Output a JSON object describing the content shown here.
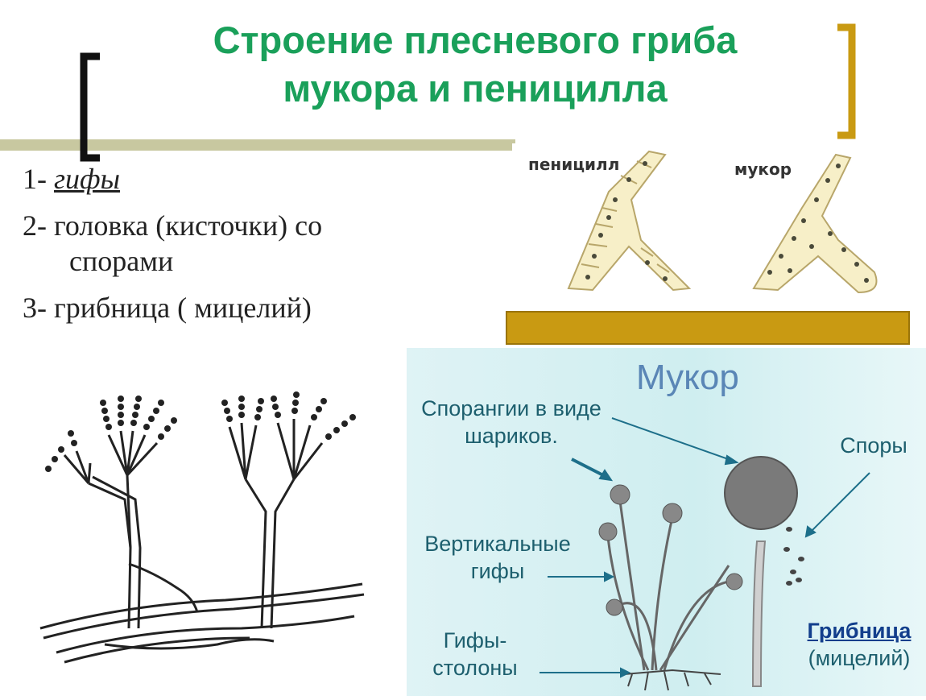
{
  "slide": {
    "title_line1": "Строение плесневого гриба",
    "title_line2": "мукора и пеницилла",
    "colors": {
      "title": "#1aa05a",
      "bracket_dark": "#111111",
      "bracket_gold": "#c99a12",
      "rule": "#c8c8a0",
      "bar": "#c99a12",
      "mucor_text": "#1d5f6e",
      "mucor_title": "#5a86b6"
    }
  },
  "list": {
    "item1_num": "1- ",
    "item1_text": "гифы",
    "item2_line1": "2- головка (кисточки) со",
    "item2_line2": "спорами",
    "item3": "3- грибница ( мицелий)"
  },
  "hyphae": {
    "label_penicillium": "пеницилл",
    "label_mucor": "мукор"
  },
  "mucor_diagram": {
    "title": "Мукор",
    "sporangia_line1": "Спорангии в виде",
    "sporangia_line2": "шариков.",
    "spores": "Споры",
    "vertical_line1": "Вертикальные",
    "vertical_line2": "гифы",
    "stolon_line1": "Гифы-",
    "stolon_line2": "столоны",
    "mycelium_line1": "Грибница",
    "mycelium_line2": "(мицелий)"
  }
}
